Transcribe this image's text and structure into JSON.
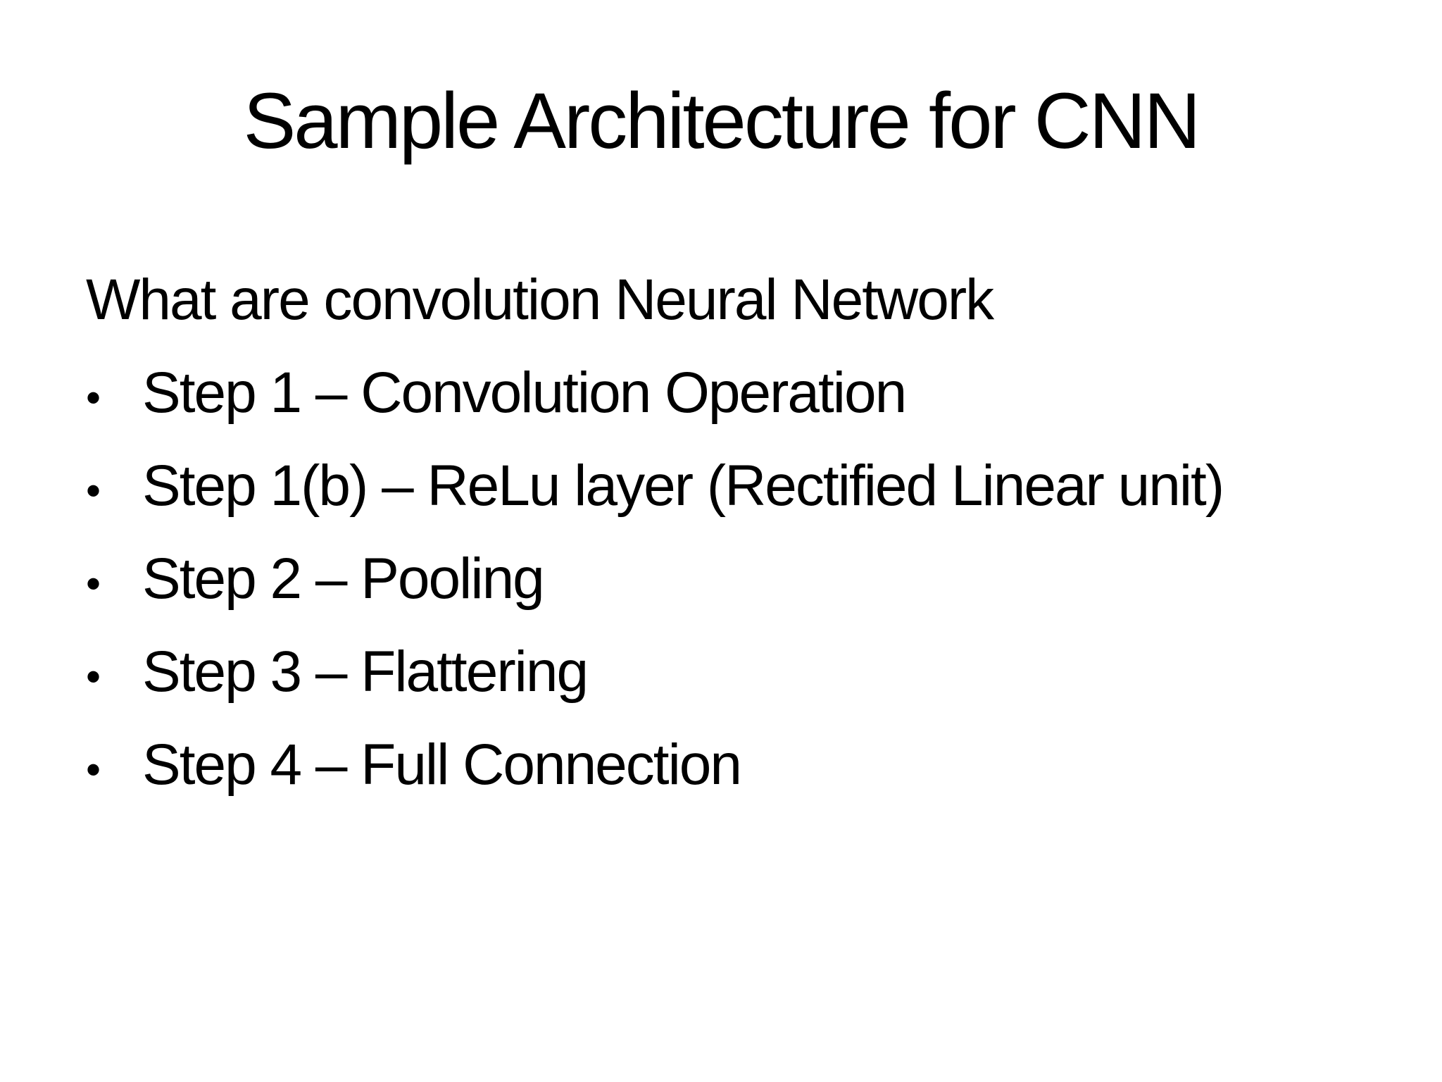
{
  "slide": {
    "title": "Sample Architecture for CNN",
    "intro": "What are convolution Neural Network",
    "bullet_glyph": "•",
    "bullets": [
      "Step 1 – Convolution Operation",
      "Step 1(b) – ReLu layer (Rectified Linear unit)",
      "Step 2 – Pooling",
      "Step 3 – Flattering",
      "Step 4 – Full Connection"
    ],
    "colors": {
      "background": "#ffffff",
      "text": "#000000"
    }
  }
}
